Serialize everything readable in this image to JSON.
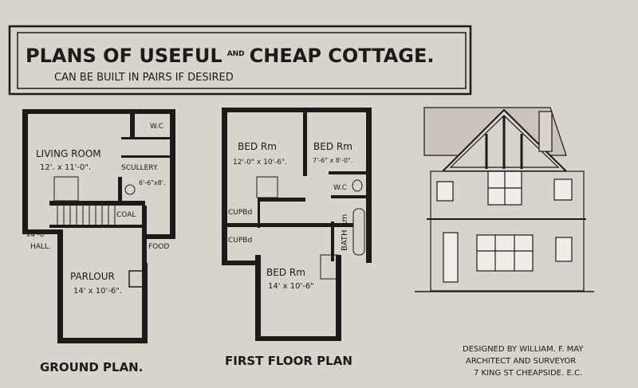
{
  "title": {
    "main": "PLANS OF USEFUL",
    "and": "AND",
    "main2": "CHEAP COTTAGE.",
    "subtitle": "CAN BE BUILT IN PAIRS IF DESIRED"
  },
  "ground_plan": {
    "caption": "GROUND PLAN.",
    "rooms": [
      {
        "name": "LIVING ROOM",
        "size": "12'. x 11'-0\"."
      },
      {
        "name": "SCULLERY.",
        "size": "6'-6\"x8'."
      },
      {
        "name": "W.C",
        "size": ""
      },
      {
        "name": "COAL",
        "size": ""
      },
      {
        "name": "HALL.",
        "size": "x4'-0\""
      },
      {
        "name": "FOOD",
        "size": ""
      },
      {
        "name": "PARLOUR",
        "size": "14' x 10'-6\"."
      }
    ]
  },
  "first_floor_plan": {
    "caption": "FIRST FLOOR PLAN",
    "rooms": [
      {
        "name": "BED Rm",
        "size": "12'-0\" x 10'-6\"."
      },
      {
        "name": "BED Rm",
        "size": "7'-6\" x 8'-0\"."
      },
      {
        "name": "W.C",
        "size": ""
      },
      {
        "name": "CUPBd",
        "size": ""
      },
      {
        "name": "CUPBd",
        "size": ""
      },
      {
        "name": "BATH Rm",
        "size": ""
      },
      {
        "name": "BED Rm",
        "size": "14' x 10'-6\""
      }
    ]
  },
  "credit": {
    "line1": "DESIGNED BY WILLIAM. F. MAY",
    "line2": "ARCHITECT AND SURVEYOR",
    "line3": "7 KING ST CHEAPSIDE. E.C."
  },
  "colors": {
    "paper": "#d8d3cb",
    "ink": "#1d1a18"
  }
}
